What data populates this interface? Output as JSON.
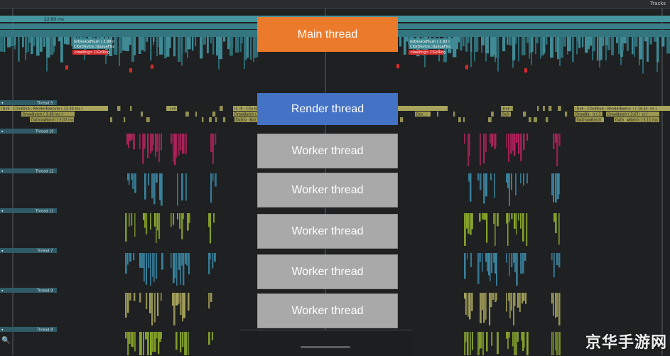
{
  "toolbar": {
    "tracks_label": "Tracks"
  },
  "timeline": {
    "duration_label": "22.80 ms"
  },
  "main_slices": [
    {
      "label": "GrDeviceFlush ( 2.99 n"
    },
    {
      "label": "CIGrDevice::QueueFlsc"
    },
    {
      "label": "<waiting> CIGrRing"
    },
    {
      "label": "GrDeviceFlush ( 2.92 r"
    },
    {
      "label": "CIGrDevice::QueueFlsc"
    },
    {
      "label": "<waiting> CIGrRing"
    }
  ],
  "render_slices": [
    {
      "label": "IDx9 : CDx9Dxb : RenderExecute ( 13.34 ms )"
    },
    {
      "label": "DrawBatch ( 3.66 ms )"
    },
    {
      "label": "DxDrawBatch ( 3.07 ms)"
    },
    {
      "label": "IDx9"
    },
    {
      "label": "IDx9 : CDx9Dxb"
    },
    {
      "label": "DrawBatch ( 3"
    },
    {
      "label": "DxDrawBat"
    },
    {
      "label": "Dra"
    },
    {
      "label": "IDx9"
    },
    {
      "label": "Dx9"
    },
    {
      "label": "IDx9 : CDx9Dxb : RenderExecute ( 14.34 ms )"
    },
    {
      "label": "DrawBatch ( 1"
    },
    {
      "label": "DrawBatch ( 3.67 ms )"
    },
    {
      "label": "DxDrawBatch"
    },
    {
      "label": "DxDrawBatch ( 3.11 ms"
    }
  ],
  "thread_headers": [
    {
      "label": "Thread 5"
    },
    {
      "label": "Thread 10"
    },
    {
      "label": "Thread 12"
    },
    {
      "label": "Thread 11"
    },
    {
      "label": "Thread 7"
    },
    {
      "label": "Thread 9"
    },
    {
      "label": "Thread 8"
    }
  ],
  "overlay_labels": {
    "main": "Main thread",
    "render": "Render thread",
    "workers": [
      "Worker thread",
      "Worker thread",
      "Worker thread",
      "Worker thread",
      "Worker thread"
    ]
  },
  "colors": {
    "main_track": "#3f8a94",
    "render_track": "#a8a45c",
    "thread_10": "#b5245e",
    "thread_12": "#3b87a4",
    "thread_11": "#8aa82c",
    "thread_7": "#3b87a4",
    "thread_9": "#a8a45c",
    "thread_8": "#8aa82c",
    "main_label_bg": "#ec7a2b",
    "render_label_bg": "#4472c4",
    "worker_label_bg": "#a9a9a9"
  },
  "watermark": "京华手游网"
}
